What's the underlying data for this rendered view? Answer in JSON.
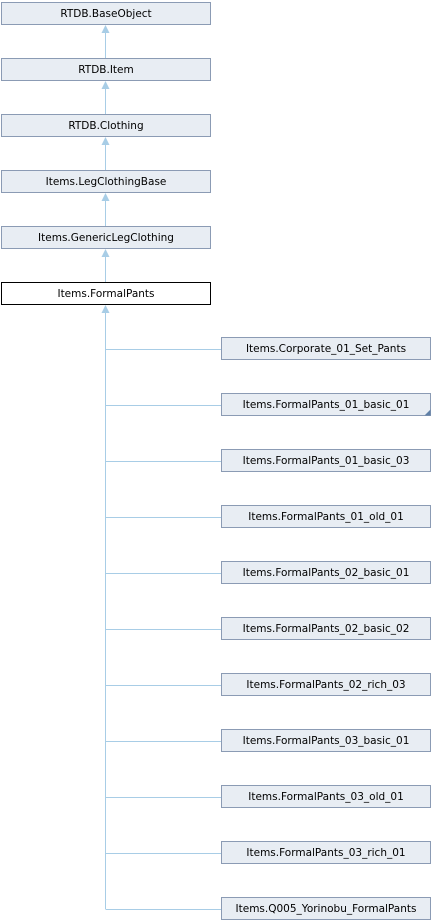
{
  "ancestors": [
    {
      "label": "RTDB.BaseObject"
    },
    {
      "label": "RTDB.Item"
    },
    {
      "label": "RTDB.Clothing"
    },
    {
      "label": "Items.LegClothingBase"
    },
    {
      "label": "Items.GenericLegClothing"
    }
  ],
  "current": {
    "label": "Items.FormalPants"
  },
  "children": [
    {
      "label": "Items.Corporate_01_Set_Pants",
      "truncated": false
    },
    {
      "label": "Items.FormalPants_01_basic_01",
      "truncated": true
    },
    {
      "label": "Items.FormalPants_01_basic_03",
      "truncated": false
    },
    {
      "label": "Items.FormalPants_01_old_01",
      "truncated": false
    },
    {
      "label": "Items.FormalPants_02_basic_01",
      "truncated": false
    },
    {
      "label": "Items.FormalPants_02_basic_02",
      "truncated": false
    },
    {
      "label": "Items.FormalPants_02_rich_03",
      "truncated": false
    },
    {
      "label": "Items.FormalPants_03_basic_01",
      "truncated": false
    },
    {
      "label": "Items.FormalPants_03_old_01",
      "truncated": false
    },
    {
      "label": "Items.FormalPants_03_rich_01",
      "truncated": false
    },
    {
      "label": "Items.Q005_Yorinobu_FormalPants",
      "truncated": false
    }
  ],
  "colors": {
    "node_fill": "#e8edf3",
    "node_border": "#8b9bb4",
    "current_border": "#000000",
    "edge": "#a8cde6"
  }
}
